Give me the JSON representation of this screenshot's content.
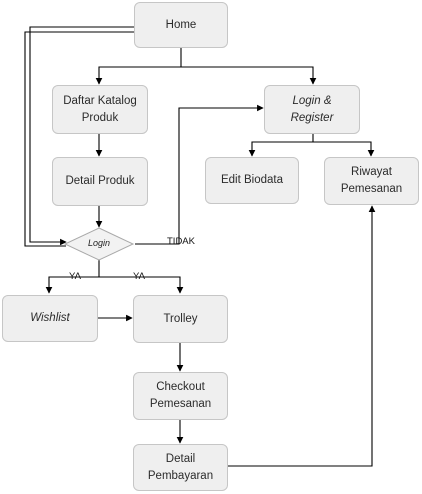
{
  "nodes": {
    "home": "Home",
    "daftar_katalog": "Daftar Katalog\nProduk",
    "login_register": "Login &\nRegister",
    "detail_produk": "Detail Produk",
    "edit_biodata": "Edit Biodata",
    "riwayat_pemesanan": "Riwayat\nPemesanan",
    "login_decision": "Login",
    "wishlist": "Wishlist",
    "trolley": "Trolley",
    "checkout_pemesanan": "Checkout\nPemesanan",
    "detail_pembayaran": "Detail\nPembayaran"
  },
  "edge_labels": {
    "tidak": "TIDAK",
    "ya_left": "YA",
    "ya_right": "YA"
  }
}
